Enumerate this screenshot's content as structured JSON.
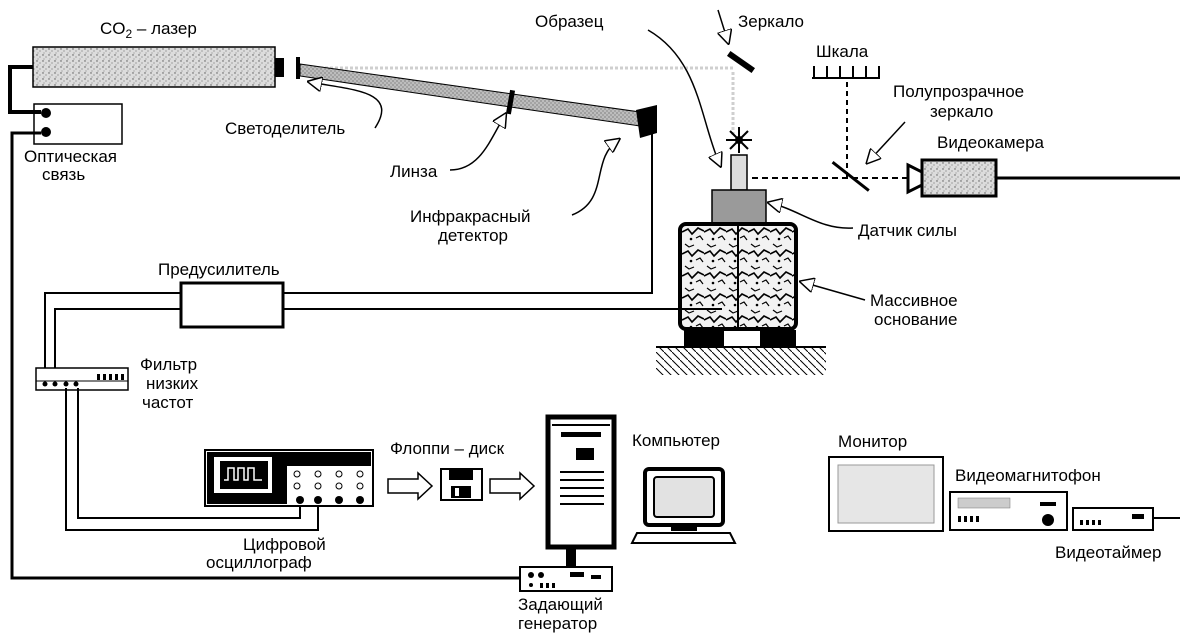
{
  "labels": {
    "laser_prefix": "CO",
    "laser_sub": "2",
    "laser_suffix": " – лазер",
    "sample": "Образец",
    "mirror": "Зеркало",
    "scale": "Шкала",
    "semi_mirror_line1": "Полупрозрачное",
    "semi_mirror_line2": "зеркало",
    "optical_link_line1": "Оптическая",
    "optical_link_line2": "связь",
    "beam_splitter": "Светоделитель",
    "lens": "Линза",
    "video_camera": "Видеокамера",
    "ir_detector_line1": "Инфракрасный",
    "ir_detector_line2": "детектор",
    "force_sensor": "Датчик силы",
    "preamplifier": "Предусилитель",
    "massive_base_line1": "Массивное",
    "massive_base_line2": "основание",
    "lowpass_line1": "Фильтр",
    "lowpass_line2": "низких",
    "lowpass_line3": "частот",
    "floppy": "Флоппи – диск",
    "computer": "Компьютер",
    "monitor": "Монитор",
    "vcr": "Видеомагнитофон",
    "video_timer": "Видеотаймер",
    "oscilloscope_line1": "Цифровой",
    "oscilloscope_line2": "осциллограф",
    "generator_line1": "Задающий",
    "generator_line2": "генератор"
  },
  "colors": {
    "ink": "#000000",
    "beam_gray": "#cccccc",
    "device_fill": "#dddddd",
    "device_dark": "#9a9a9a",
    "screen_fill": "#e2e2e2"
  },
  "icons": [
    "starburst-icon",
    "floppy-disk-icon",
    "arrow-right-icon"
  ]
}
